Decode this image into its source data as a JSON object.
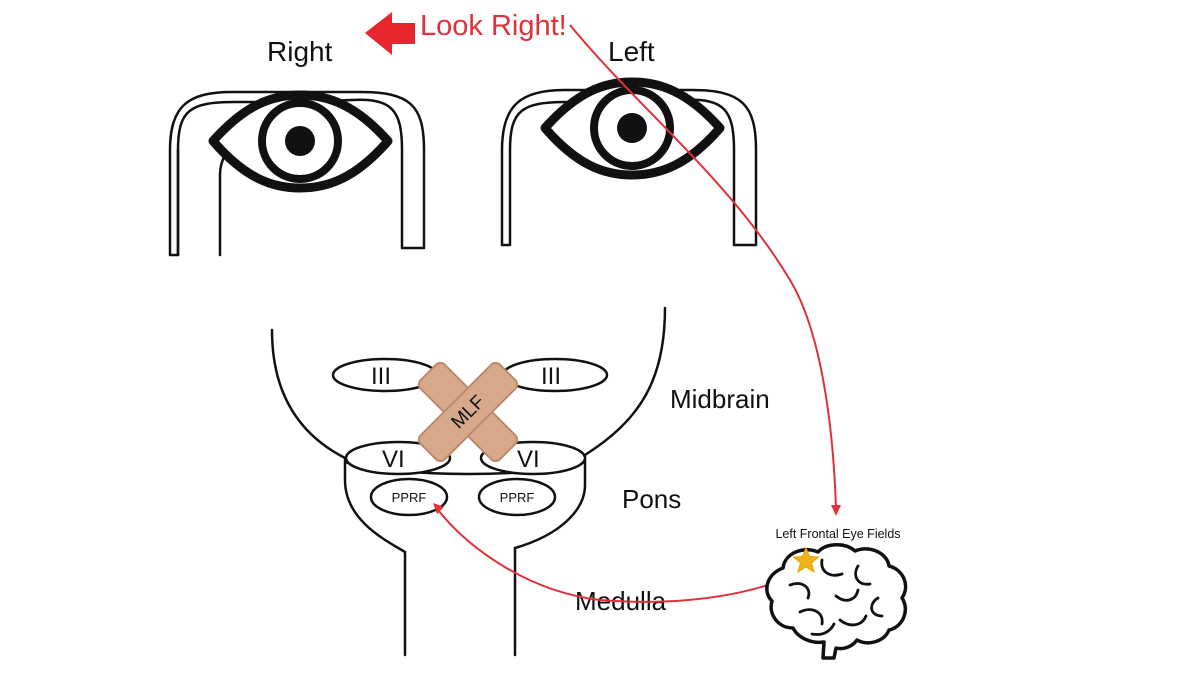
{
  "labels": {
    "look_right": "Look Right!",
    "right_eye": "Right",
    "left_eye": "Left",
    "cn3_right": "III",
    "cn3_left": "III",
    "mlf": "MLF",
    "cn6_right": "VI",
    "cn6_left": "VI",
    "pprf_right": "PPRF",
    "pprf_left": "PPRF",
    "midbrain": "Midbrain",
    "pons": "Pons",
    "medulla": "Medulla",
    "frontal_eye_fields": "Left Frontal Eye Fields"
  },
  "colors": {
    "ink": "#111111",
    "pathway": "#e0303a",
    "arrow": "#e8262e",
    "lesion_tape": "#d7a98a",
    "lesion_tape_edge": "#b98b6c",
    "star": "#f2b21c"
  },
  "icons": {
    "direction_arrow": "left-arrow-icon",
    "brain": "brain-icon",
    "lesion": "x-cross-icon",
    "frontal_eye_fields": "star-icon"
  }
}
